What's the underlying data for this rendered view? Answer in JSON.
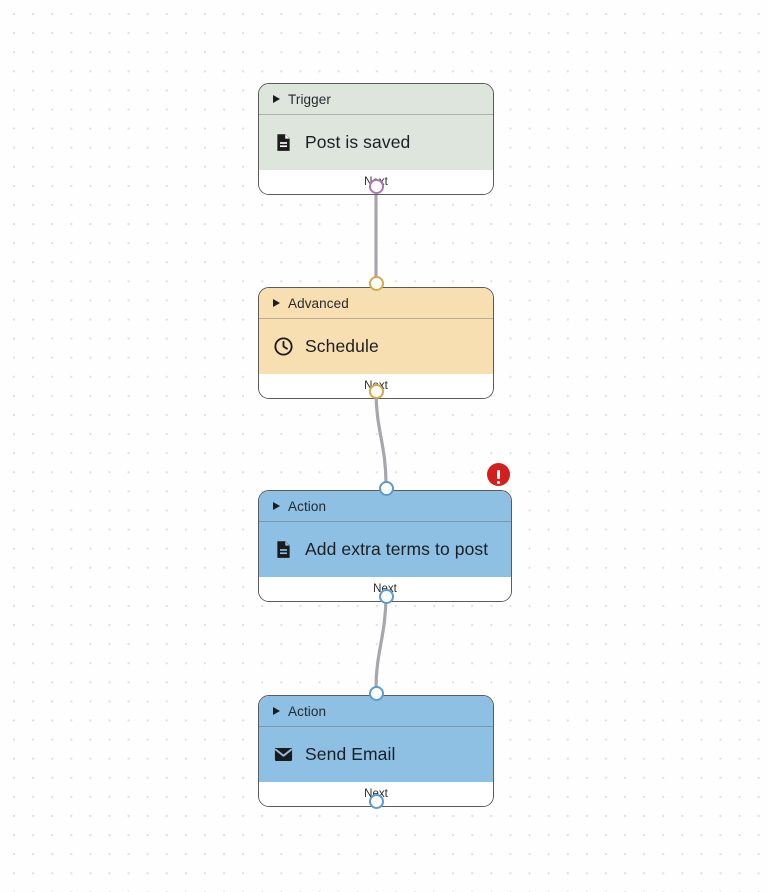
{
  "canvas": {
    "grid": "dot-grid",
    "background_color": "#fefeff",
    "dot_color": "#e2e0e6"
  },
  "colors": {
    "trigger_fill": "#dde5dd",
    "advanced_fill": "#f7dfb2",
    "action_fill": "#8ec0e4",
    "node_border": "#5a5a5a",
    "wire": "#a6a6ad",
    "error_red": "#d41f1f",
    "port_trigger": "#a678b4",
    "port_advanced": "#d6a94b",
    "port_action": "#5b9bd1"
  },
  "nodes": [
    {
      "id": "trigger-post-is-saved",
      "kind": "Trigger",
      "header_label": "Trigger",
      "title": "Post is saved",
      "icon": "document-icon",
      "footer_label": "Next",
      "has_error": false
    },
    {
      "id": "advanced-schedule",
      "kind": "Advanced",
      "header_label": "Advanced",
      "title": "Schedule",
      "icon": "clock-icon",
      "footer_label": "Next",
      "has_error": false
    },
    {
      "id": "action-add-extra-terms-to-post",
      "kind": "Action",
      "header_label": "Action",
      "title": "Add extra terms to post",
      "icon": "document-icon",
      "footer_label": "Next",
      "has_error": true,
      "error_icon": "error-exclamation-icon"
    },
    {
      "id": "action-send-email",
      "kind": "Action",
      "header_label": "Action",
      "title": "Send Email",
      "icon": "envelope-icon",
      "footer_label": "Next",
      "has_error": false
    }
  ]
}
